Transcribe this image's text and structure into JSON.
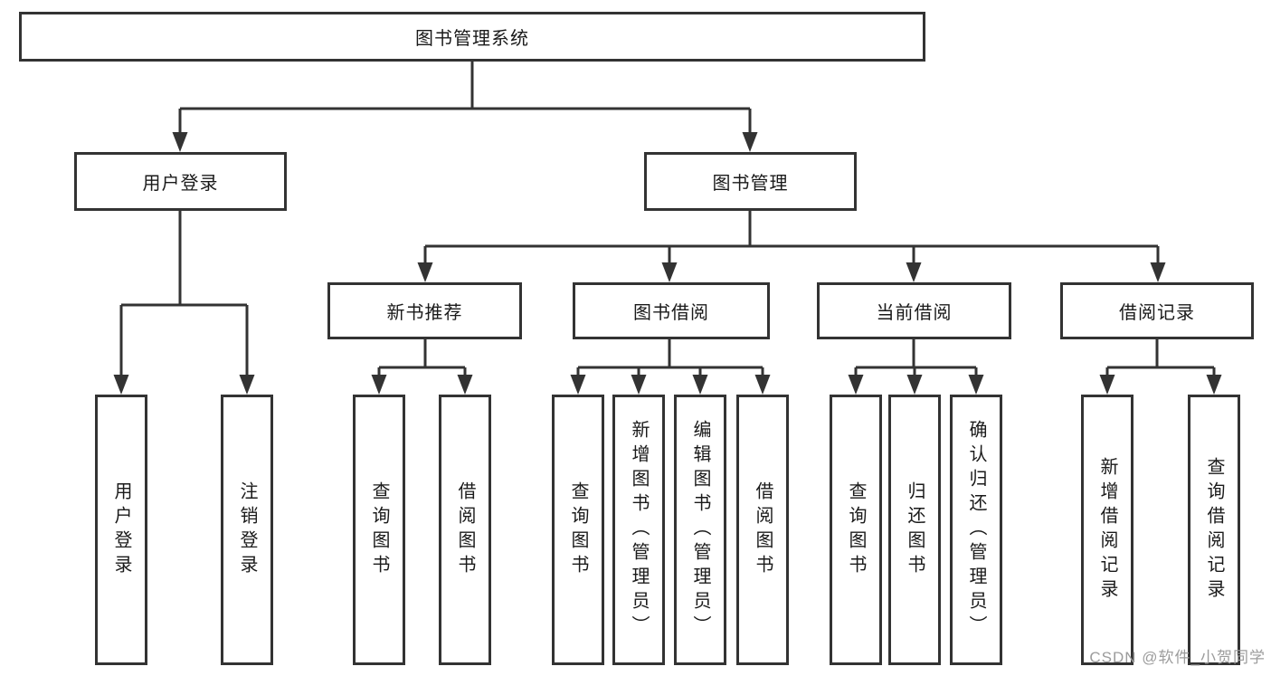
{
  "nodes": {
    "root": {
      "label": "图书管理系统"
    },
    "level2": [
      {
        "id": "user-login",
        "label": "用户登录"
      },
      {
        "id": "book-management",
        "label": "图书管理"
      }
    ],
    "level3": [
      {
        "id": "new-book-recommend",
        "label": "新书推荐"
      },
      {
        "id": "book-borrow",
        "label": "图书借阅"
      },
      {
        "id": "current-borrow",
        "label": "当前借阅"
      },
      {
        "id": "borrow-records",
        "label": "借阅记录"
      }
    ],
    "level4": [
      {
        "group": "user-login",
        "label": "用户登录"
      },
      {
        "group": "user-login",
        "label": "注销登录"
      },
      {
        "group": "new-book-recommend",
        "label": "查询图书"
      },
      {
        "group": "new-book-recommend",
        "label": "借阅图书"
      },
      {
        "group": "book-borrow",
        "label": "查询图书"
      },
      {
        "group": "book-borrow",
        "label": "新增图书（管理员）"
      },
      {
        "group": "book-borrow",
        "label": "编辑图书（管理员）"
      },
      {
        "group": "book-borrow",
        "label": "借阅图书"
      },
      {
        "group": "current-borrow",
        "label": "查询图书"
      },
      {
        "group": "current-borrow",
        "label": "归还图书"
      },
      {
        "group": "current-borrow",
        "label": "确认归还（管理员）"
      },
      {
        "group": "borrow-records",
        "label": "新增借阅记录"
      },
      {
        "group": "borrow-records",
        "label": "查询借阅记录"
      }
    ]
  },
  "watermark": "CSDN @软件_小贺同学",
  "colors": {
    "line": "#333333",
    "border": "#333333",
    "text": "#1a1a1a",
    "watermark": "#9c9c9c",
    "background": "#ffffff"
  }
}
